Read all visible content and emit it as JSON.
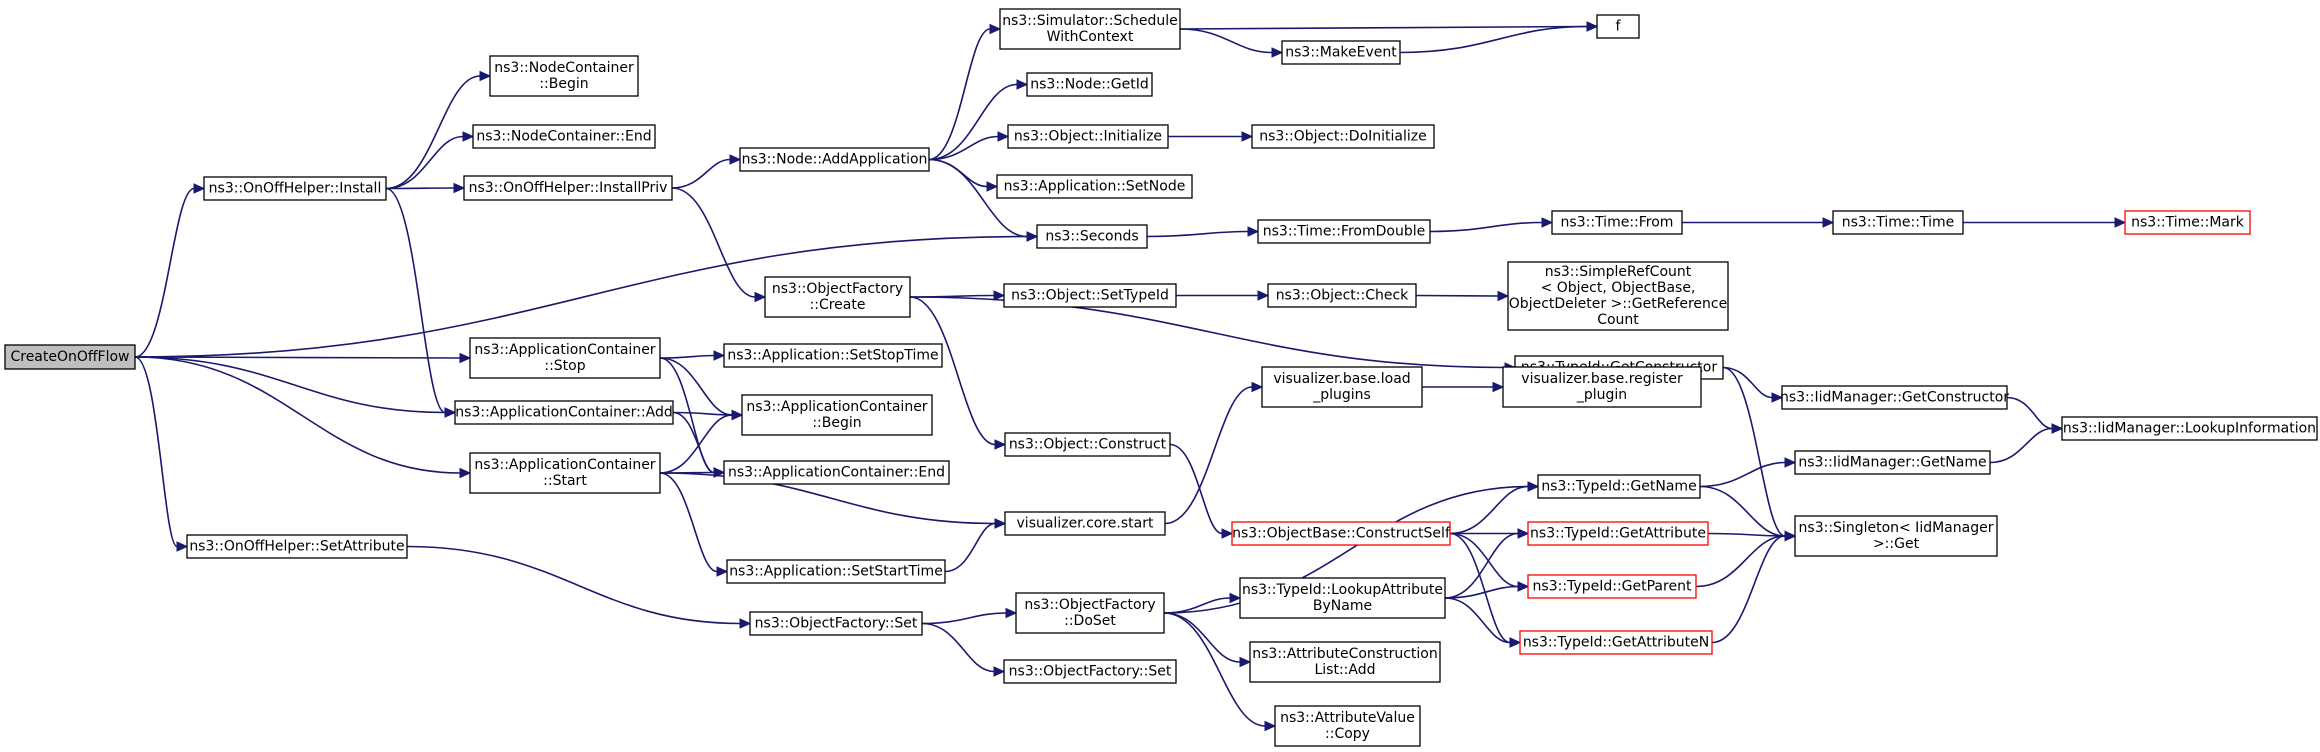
{
  "diagram": {
    "nodes": [
      {
        "id": "create",
        "lines": [
          "CreateOnOffFlow"
        ],
        "style": "highlight"
      },
      {
        "id": "ohInstall",
        "lines": [
          "ns3::OnOffHelper::Install"
        ]
      },
      {
        "id": "ncBegin",
        "lines": [
          "ns3::NodeContainer",
          "::Begin"
        ]
      },
      {
        "id": "ncEnd",
        "lines": [
          "ns3::NodeContainer::End"
        ]
      },
      {
        "id": "installPriv",
        "lines": [
          "ns3::OnOffHelper::InstallPriv"
        ]
      },
      {
        "id": "schedCtx",
        "lines": [
          "ns3::Simulator::Schedule",
          "WithContext"
        ]
      },
      {
        "id": "makeEvent",
        "lines": [
          "ns3::MakeEvent"
        ]
      },
      {
        "id": "f",
        "lines": [
          "f"
        ]
      },
      {
        "id": "getId",
        "lines": [
          "ns3::Node::GetId"
        ]
      },
      {
        "id": "addApp",
        "lines": [
          "ns3::Node::AddApplication"
        ]
      },
      {
        "id": "objInit",
        "lines": [
          "ns3::Object::Initialize"
        ]
      },
      {
        "id": "doInit",
        "lines": [
          "ns3::Object::DoInitialize"
        ]
      },
      {
        "id": "setNode",
        "lines": [
          "ns3::Application::SetNode"
        ]
      },
      {
        "id": "seconds",
        "lines": [
          "ns3::Seconds"
        ]
      },
      {
        "id": "fromDouble",
        "lines": [
          "ns3::Time::FromDouble"
        ]
      },
      {
        "id": "timeFrom",
        "lines": [
          "ns3::Time::From"
        ]
      },
      {
        "id": "timeTime",
        "lines": [
          "ns3::Time::Time"
        ]
      },
      {
        "id": "timeMark",
        "lines": [
          "ns3::Time::Mark"
        ],
        "style": "red"
      },
      {
        "id": "ofCreate",
        "lines": [
          "ns3::ObjectFactory",
          "::Create"
        ]
      },
      {
        "id": "setTypeId",
        "lines": [
          "ns3::Object::SetTypeId"
        ]
      },
      {
        "id": "objCheck",
        "lines": [
          "ns3::Object::Check"
        ]
      },
      {
        "id": "refCount",
        "lines": [
          "ns3::SimpleRefCount",
          "< Object, ObjectBase,",
          "ObjectDeleter >::GetReference",
          "Count"
        ]
      },
      {
        "id": "getCtor",
        "lines": [
          "ns3::TypeId::GetConstructor"
        ]
      },
      {
        "id": "iidGetCtor",
        "lines": [
          "ns3::IidManager::GetConstructor"
        ]
      },
      {
        "id": "lookupInfo",
        "lines": [
          "ns3::IidManager::LookupInformation"
        ]
      },
      {
        "id": "acStop",
        "lines": [
          "ns3::ApplicationContainer",
          "::Stop"
        ]
      },
      {
        "id": "setStopTime",
        "lines": [
          "ns3::Application::SetStopTime"
        ]
      },
      {
        "id": "acAdd",
        "lines": [
          "ns3::ApplicationContainer::Add"
        ]
      },
      {
        "id": "acBegin",
        "lines": [
          "ns3::ApplicationContainer",
          "::Begin"
        ]
      },
      {
        "id": "acStart",
        "lines": [
          "ns3::ApplicationContainer",
          "::Start"
        ]
      },
      {
        "id": "acEnd",
        "lines": [
          "ns3::ApplicationContainer::End"
        ]
      },
      {
        "id": "objConstruct",
        "lines": [
          "ns3::Object::Construct"
        ]
      },
      {
        "id": "vizLoad",
        "lines": [
          "visualizer.base.load",
          "_plugins"
        ]
      },
      {
        "id": "vizRegister",
        "lines": [
          "visualizer.base.register",
          "_plugin"
        ]
      },
      {
        "id": "vizStart",
        "lines": [
          "visualizer.core.start"
        ]
      },
      {
        "id": "setStartTime",
        "lines": [
          "ns3::Application::SetStartTime"
        ]
      },
      {
        "id": "typeGetName",
        "lines": [
          "ns3::TypeId::GetName"
        ]
      },
      {
        "id": "iidGetName",
        "lines": [
          "ns3::IidManager::GetName"
        ]
      },
      {
        "id": "constructSelf",
        "lines": [
          "ns3::ObjectBase::ConstructSelf"
        ],
        "style": "red"
      },
      {
        "id": "getAttr",
        "lines": [
          "ns3::TypeId::GetAttribute"
        ],
        "style": "red"
      },
      {
        "id": "singletonGet",
        "lines": [
          "ns3::Singleton< IidManager",
          ">::Get"
        ]
      },
      {
        "id": "ohSetAttr",
        "lines": [
          "ns3::OnOffHelper::SetAttribute"
        ]
      },
      {
        "id": "ofSet",
        "lines": [
          "ns3::ObjectFactory::Set"
        ]
      },
      {
        "id": "ofDoSet",
        "lines": [
          "ns3::ObjectFactory",
          "::DoSet"
        ]
      },
      {
        "id": "lookupAttr",
        "lines": [
          "ns3::TypeId::LookupAttribute",
          "ByName"
        ]
      },
      {
        "id": "getParent",
        "lines": [
          "ns3::TypeId::GetParent"
        ],
        "style": "red"
      },
      {
        "id": "getAttrN",
        "lines": [
          "ns3::TypeId::GetAttributeN"
        ],
        "style": "red"
      },
      {
        "id": "ofSet2",
        "lines": [
          "ns3::ObjectFactory::Set"
        ]
      },
      {
        "id": "attrConstAdd",
        "lines": [
          "ns3::AttributeConstruction",
          "List::Add"
        ]
      },
      {
        "id": "attrValCopy",
        "lines": [
          "ns3::AttributeValue",
          "::Copy"
        ]
      }
    ],
    "edges": [
      [
        "create",
        "ohInstall"
      ],
      [
        "create",
        "seconds"
      ],
      [
        "create",
        "acStop"
      ],
      [
        "create",
        "acAdd"
      ],
      [
        "create",
        "acStart"
      ],
      [
        "create",
        "ohSetAttr"
      ],
      [
        "ohInstall",
        "ncBegin"
      ],
      [
        "ohInstall",
        "ncEnd"
      ],
      [
        "ohInstall",
        "installPriv"
      ],
      [
        "ohInstall",
        "acAdd"
      ],
      [
        "installPriv",
        "addApp"
      ],
      [
        "installPriv",
        "ofCreate"
      ],
      [
        "addApp",
        "schedCtx"
      ],
      [
        "addApp",
        "getId"
      ],
      [
        "addApp",
        "objInit"
      ],
      [
        "addApp",
        "setNode"
      ],
      [
        "addApp",
        "seconds"
      ],
      [
        "schedCtx",
        "f"
      ],
      [
        "schedCtx",
        "makeEvent"
      ],
      [
        "makeEvent",
        "f"
      ],
      [
        "objInit",
        "doInit"
      ],
      [
        "seconds",
        "fromDouble"
      ],
      [
        "fromDouble",
        "timeFrom"
      ],
      [
        "timeFrom",
        "timeTime"
      ],
      [
        "timeTime",
        "timeMark"
      ],
      [
        "ofCreate",
        "setTypeId"
      ],
      [
        "ofCreate",
        "getCtor"
      ],
      [
        "ofCreate",
        "objConstruct"
      ],
      [
        "setTypeId",
        "objCheck"
      ],
      [
        "objCheck",
        "refCount"
      ],
      [
        "getCtor",
        "iidGetCtor"
      ],
      [
        "getCtor",
        "singletonGet"
      ],
      [
        "iidGetCtor",
        "lookupInfo"
      ],
      [
        "acStop",
        "setStopTime"
      ],
      [
        "acStop",
        "acBegin"
      ],
      [
        "acStop",
        "acEnd"
      ],
      [
        "acAdd",
        "acBegin"
      ],
      [
        "acAdd",
        "acEnd"
      ],
      [
        "acStart",
        "acBegin"
      ],
      [
        "acStart",
        "acEnd"
      ],
      [
        "acStart",
        "setStartTime"
      ],
      [
        "acStart",
        "vizStart"
      ],
      [
        "objConstruct",
        "constructSelf"
      ],
      [
        "vizStart",
        "vizLoad"
      ],
      [
        "vizLoad",
        "vizRegister"
      ],
      [
        "setStartTime",
        "vizStart"
      ],
      [
        "constructSelf",
        "typeGetName"
      ],
      [
        "constructSelf",
        "getAttr"
      ],
      [
        "constructSelf",
        "getParent"
      ],
      [
        "constructSelf",
        "getAttrN"
      ],
      [
        "typeGetName",
        "iidGetName"
      ],
      [
        "typeGetName",
        "singletonGet"
      ],
      [
        "iidGetName",
        "lookupInfo"
      ],
      [
        "getAttr",
        "singletonGet"
      ],
      [
        "getParent",
        "singletonGet"
      ],
      [
        "getAttrN",
        "singletonGet"
      ],
      [
        "ohSetAttr",
        "ofSet"
      ],
      [
        "ofSet",
        "ofDoSet"
      ],
      [
        "ofSet",
        "ofSet2"
      ],
      [
        "ofDoSet",
        "typeGetName"
      ],
      [
        "ofDoSet",
        "lookupAttr"
      ],
      [
        "ofDoSet",
        "attrConstAdd"
      ],
      [
        "ofDoSet",
        "attrValCopy"
      ],
      [
        "lookupAttr",
        "getAttr"
      ],
      [
        "lookupAttr",
        "getParent"
      ],
      [
        "lookupAttr",
        "getAttrN"
      ]
    ]
  }
}
